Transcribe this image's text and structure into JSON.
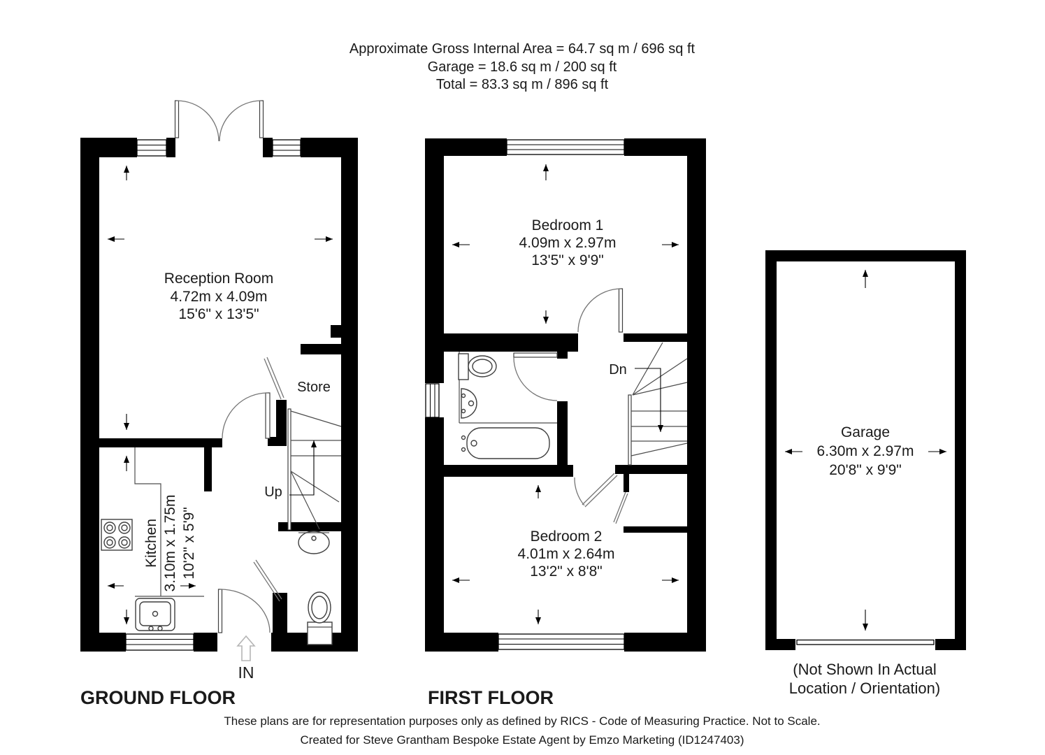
{
  "header": {
    "line1": "Approximate Gross Internal Area = 64.7 sq m / 696 sq ft",
    "line2": "Garage = 18.6 sq m / 200 sq ft",
    "line3": "Total = 83.3 sq m / 896 sq ft"
  },
  "ground_floor": {
    "title": "GROUND FLOOR",
    "reception": {
      "name": "Reception Room",
      "metric": "4.72m x 4.09m",
      "imperial": "15'6\" x 13'5\""
    },
    "kitchen": {
      "name": "Kitchen",
      "metric": "3.10m x 1.75m",
      "imperial": "10'2\" x 5'9\""
    },
    "store_label": "Store",
    "stairs_label": "Up",
    "entrance_label": "IN"
  },
  "first_floor": {
    "title": "FIRST FLOOR",
    "bedroom1": {
      "name": "Bedroom 1",
      "metric": "4.09m x 2.97m",
      "imperial": "13'5\" x 9'9\""
    },
    "bedroom2": {
      "name": "Bedroom 2",
      "metric": "4.01m x 2.64m",
      "imperial": "13'2\" x 8'8\""
    },
    "stairs_label": "Dn"
  },
  "garage": {
    "name": "Garage",
    "metric": "6.30m x 2.97m",
    "imperial": "20'8\" x 9'9\"",
    "note1": "(Not Shown In Actual",
    "note2": "Location / Orientation)"
  },
  "footer": {
    "disclaimer": "These plans are for representation purposes only as defined by RICS - Code of Measuring Practice. Not to Scale.",
    "credit": "Created for Steve Grantham Bespoke Estate Agent by Emzo Marketing (ID1247403)"
  },
  "colors": {
    "wall": "#000000",
    "thin_line": "#4d4d4d",
    "door_arc": "#757575",
    "entry_arrow": "#b5b5b5",
    "text": "#1a1a1a"
  }
}
